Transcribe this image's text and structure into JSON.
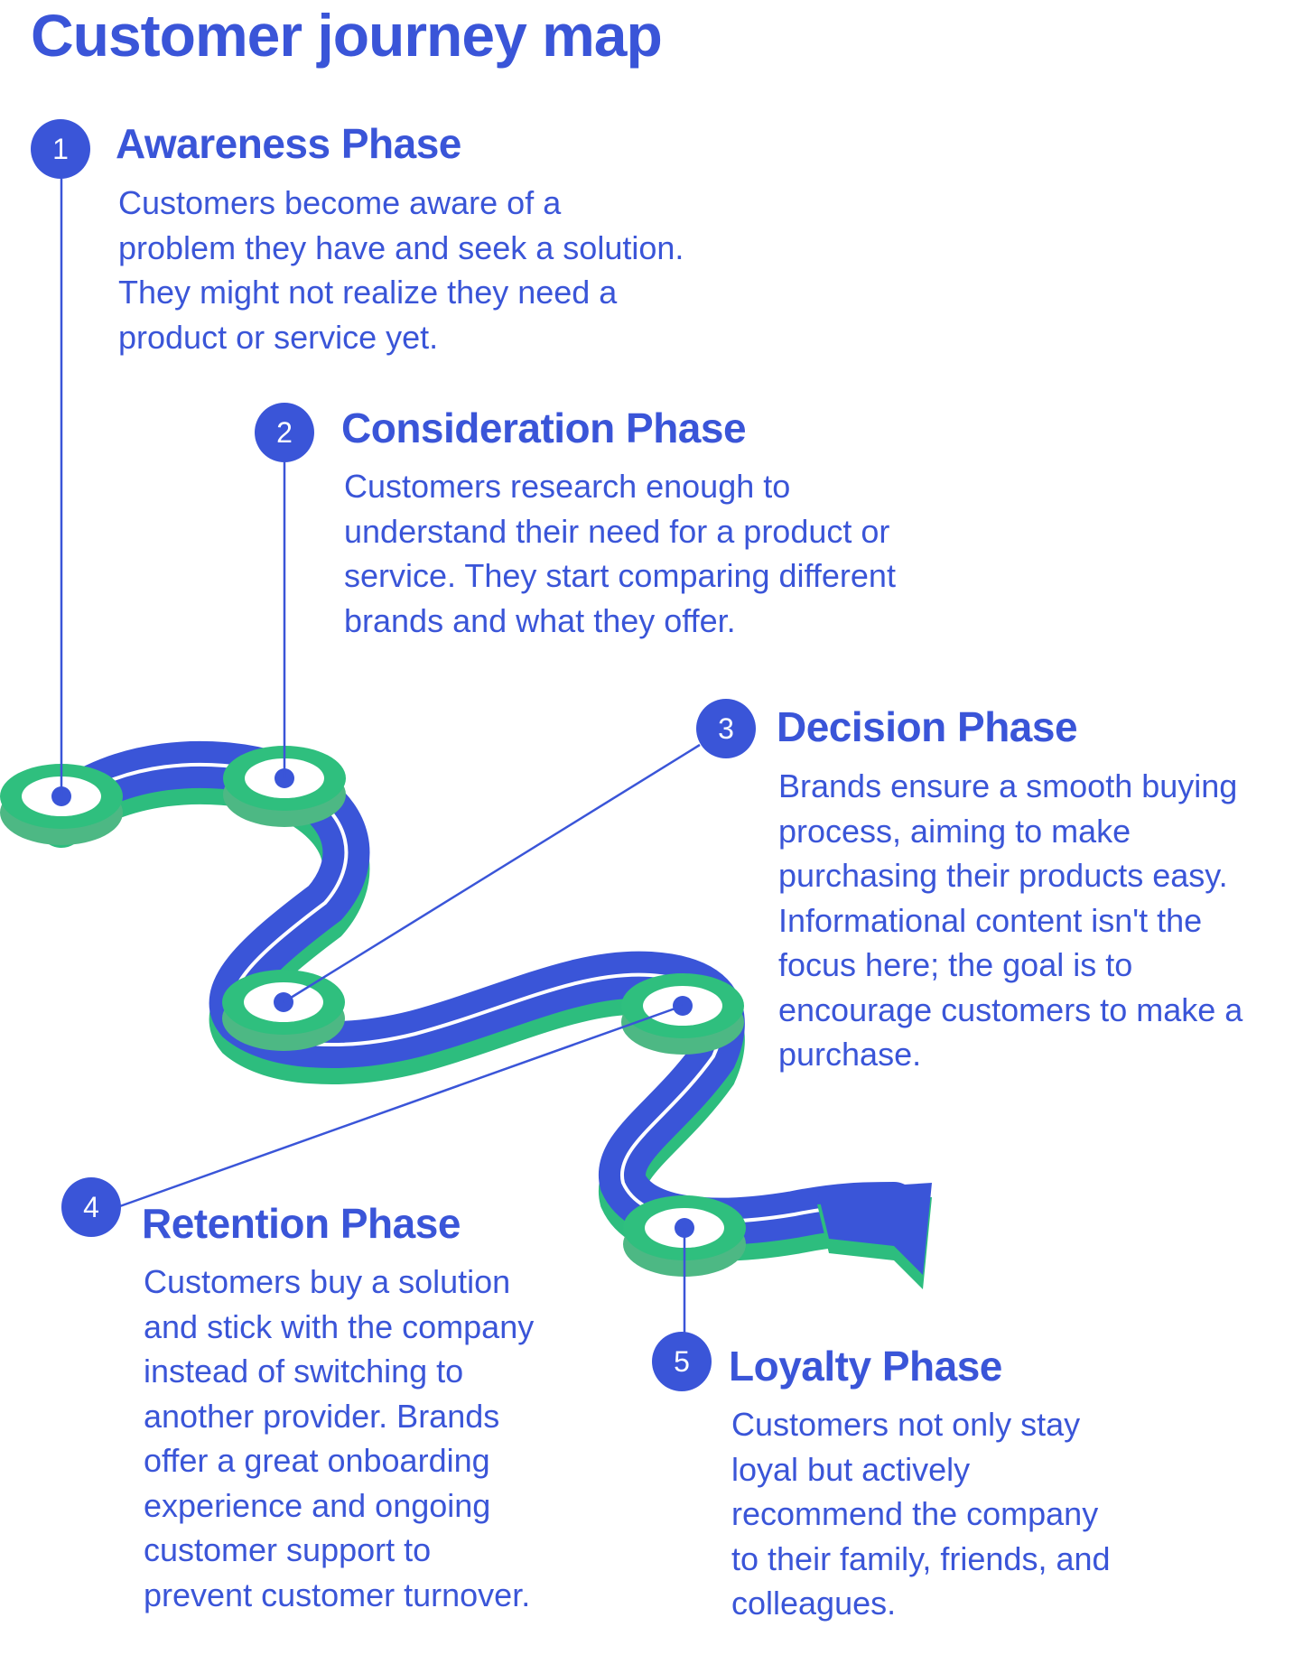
{
  "title": "Customer journey map",
  "colors": {
    "accent": "#3a55d8",
    "road_edge": "#2dbd7e",
    "stop_ring": "#4db884",
    "stop_top": "#2fbf7e",
    "stop_center": "#ffffff"
  },
  "phases": [
    {
      "number": "1",
      "title": "Awareness Phase",
      "description": "Customers become aware of a\nproblem they have and seek a solution.\nThey might not realize they need a\nproduct or service yet."
    },
    {
      "number": "2",
      "title": "Consideration Phase",
      "description": "Customers research enough to\nunderstand their need for a product or\nservice. They start comparing different\nbrands and what they offer."
    },
    {
      "number": "3",
      "title": "Decision Phase",
      "description": "Brands ensure a smooth buying\nprocess, aiming to make\npurchasing their products easy.\nInformational content isn't the\nfocus here; the goal is to\nencourage customers to make a\npurchase."
    },
    {
      "number": "4",
      "title": "Retention Phase",
      "description": "Customers buy a solution\nand stick with the company\ninstead of switching to\nanother provider. Brands\noffer a great onboarding\nexperience and ongoing\ncustomer support to\nprevent customer turnover."
    },
    {
      "number": "5",
      "title": "Loyalty Phase",
      "description": "Customers not only stay\nloyal but actively\nrecommend the company\nto their family, friends, and\ncolleagues."
    }
  ]
}
